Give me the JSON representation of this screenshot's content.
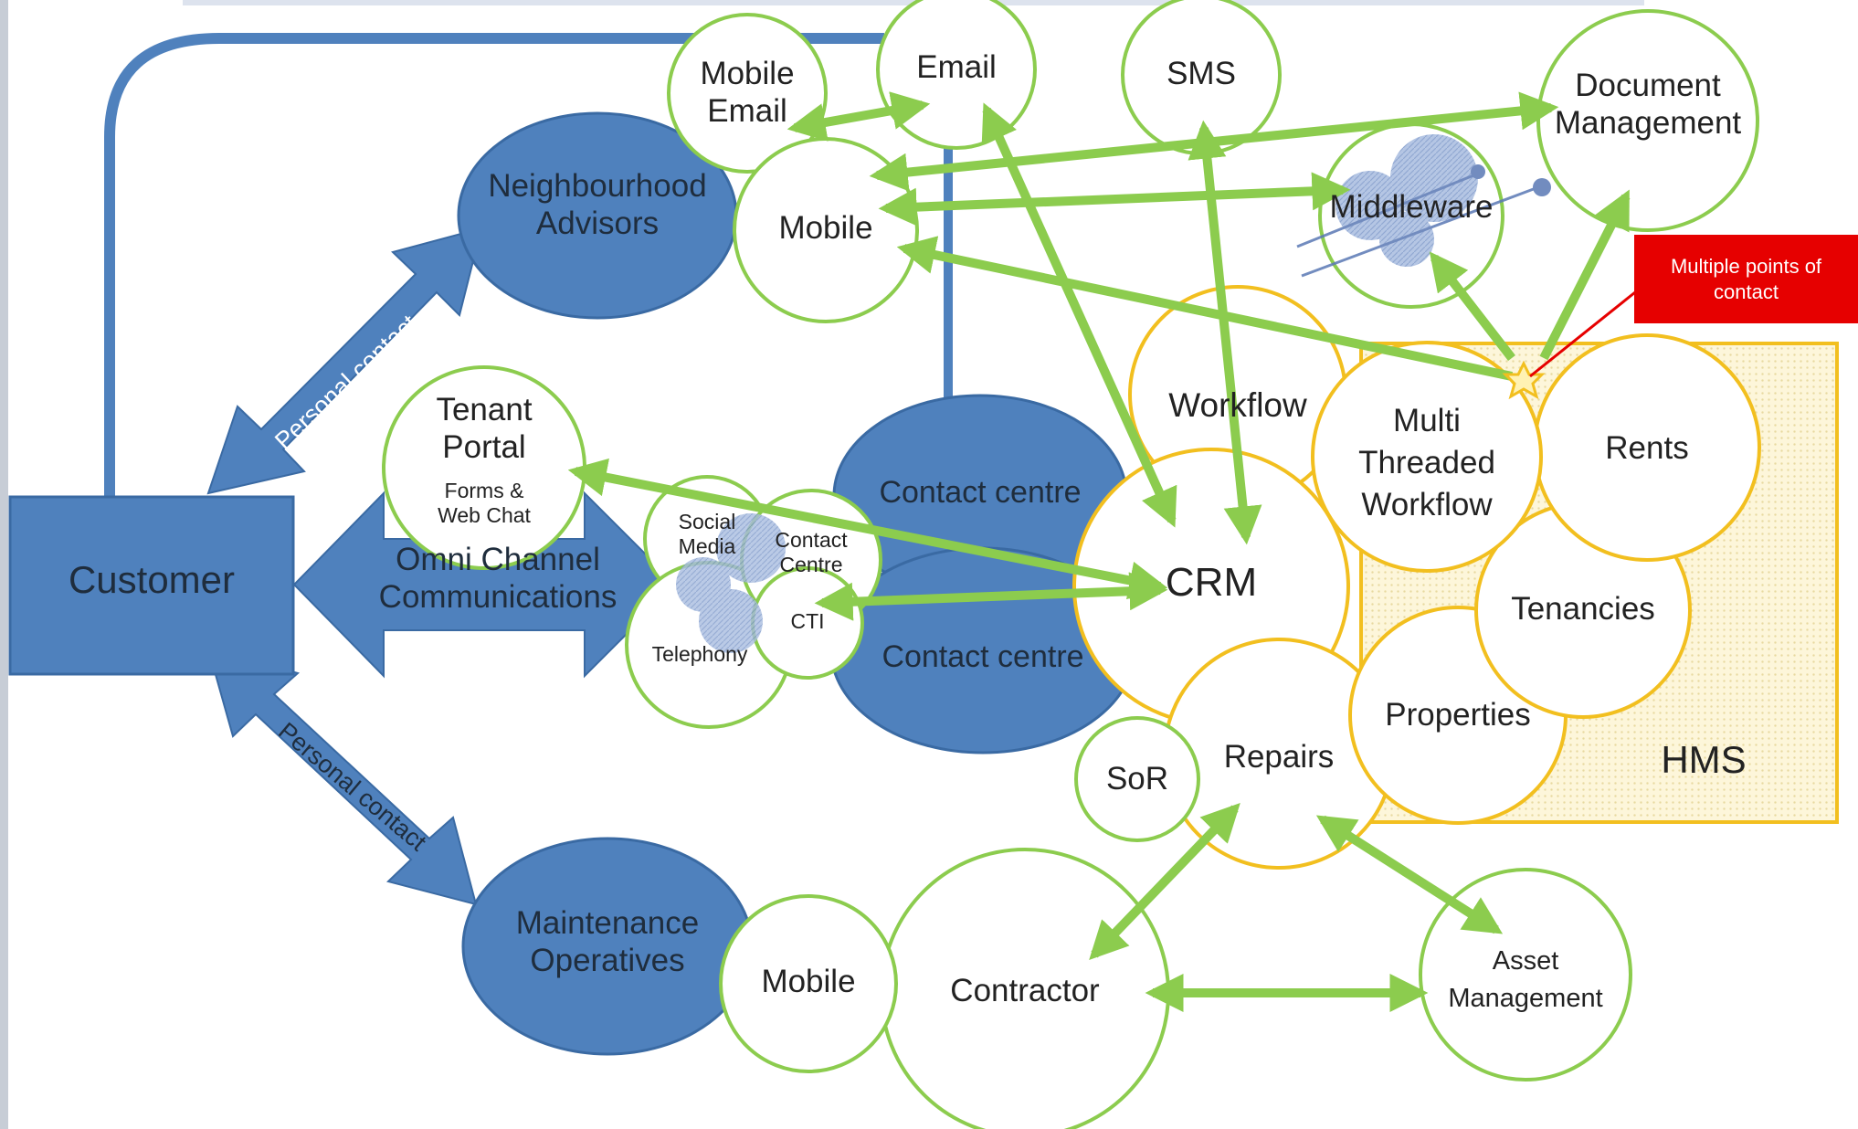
{
  "colors": {
    "blue_fill": "#4f81bd",
    "blue_stroke": "#3a6aa3",
    "green": "#8ccc4e",
    "amber": "#f2bf1f",
    "red_callout": "#e60000"
  },
  "nodes": {
    "customer": "Customer",
    "neighbourhood_advisors": "Neighbourhood\nAdvisors",
    "maintenance_operatives": "Maintenance\nOperatives",
    "contact_centre_1": "Contact centre",
    "contact_centre_2": "Contact centre",
    "omni_channel": "Omni Channel\nCommunications",
    "tenant_portal": "Tenant\nPortal",
    "tenant_portal_sub": "Forms &\nWeb Chat",
    "mobile_email": "Mobile\nEmail",
    "email": "Email",
    "sms": "SMS",
    "mobile_top": "Mobile",
    "middleware": "Middleware",
    "document_management": "Document\nManagement",
    "social_media": "Social\nMedia",
    "contact_centre_small": "Contact\nCentre",
    "cti": "CTI",
    "telephony": "Telephony",
    "workflow": "Workflow",
    "crm": "CRM",
    "multi_threaded_workflow": "Multi\nThreaded\nWorkflow",
    "rents": "Rents",
    "tenancies": "Tenancies",
    "properties": "Properties",
    "repairs": "Repairs",
    "sor": "SoR",
    "hms": "HMS",
    "mobile_bottom": "Mobile",
    "contractor": "Contractor",
    "asset_management": "Asset\nManagement"
  },
  "arrow_labels": {
    "personal_contact_upper": "Personal contact",
    "personal_contact_lower": "Personal contact"
  },
  "callout": {
    "text": "Multiple points of\ncontact"
  }
}
